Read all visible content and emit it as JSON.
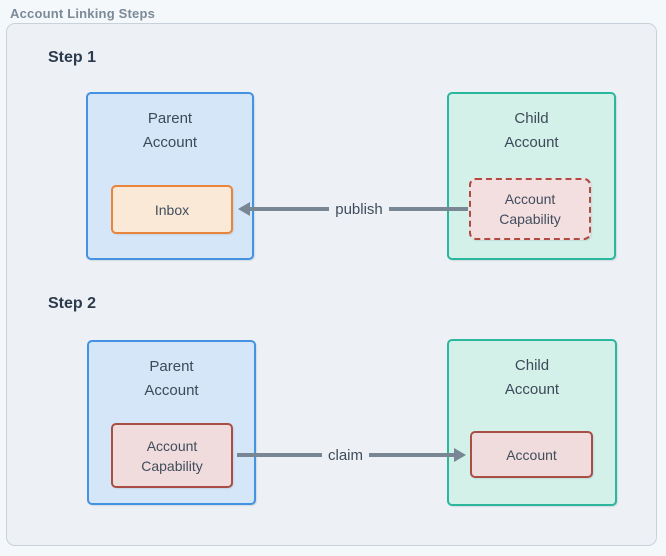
{
  "title": "Account Linking Steps",
  "steps": [
    {
      "label": "Step 1",
      "parent": {
        "title_lines": [
          "Parent",
          "Account"
        ],
        "inner_lines": [
          "Inbox"
        ]
      },
      "child": {
        "title_lines": [
          "Child",
          "Account"
        ],
        "inner_lines": [
          "Account",
          "Capability"
        ]
      },
      "arrow": {
        "label": "publish",
        "direction": "left"
      }
    },
    {
      "label": "Step 2",
      "parent": {
        "title_lines": [
          "Parent",
          "Account"
        ],
        "inner_lines": [
          "Account",
          "Capability"
        ]
      },
      "child": {
        "title_lines": [
          "Child",
          "Account"
        ],
        "inner_lines": [
          "Account"
        ]
      },
      "arrow": {
        "label": "claim",
        "direction": "right"
      }
    }
  ],
  "colors": {
    "container_bg": "#edf1f5",
    "container_border": "#c9d2da",
    "parent_fill": "#d5e6f8",
    "parent_border": "#4492e2",
    "child_fill": "#d3f0e9",
    "child_border": "#2ab79d",
    "inbox_fill": "#fbe9d8",
    "inbox_border": "#e8843c",
    "capability_fill": "#f4dfe0",
    "capability_border": "#b04b44",
    "account_fill": "#f0dcdc",
    "account_border": "#a94e45",
    "arrow": "#798794",
    "title_text": "#7b8a99",
    "step_text": "#2c3a4d",
    "node_text": "#3d4a59"
  }
}
